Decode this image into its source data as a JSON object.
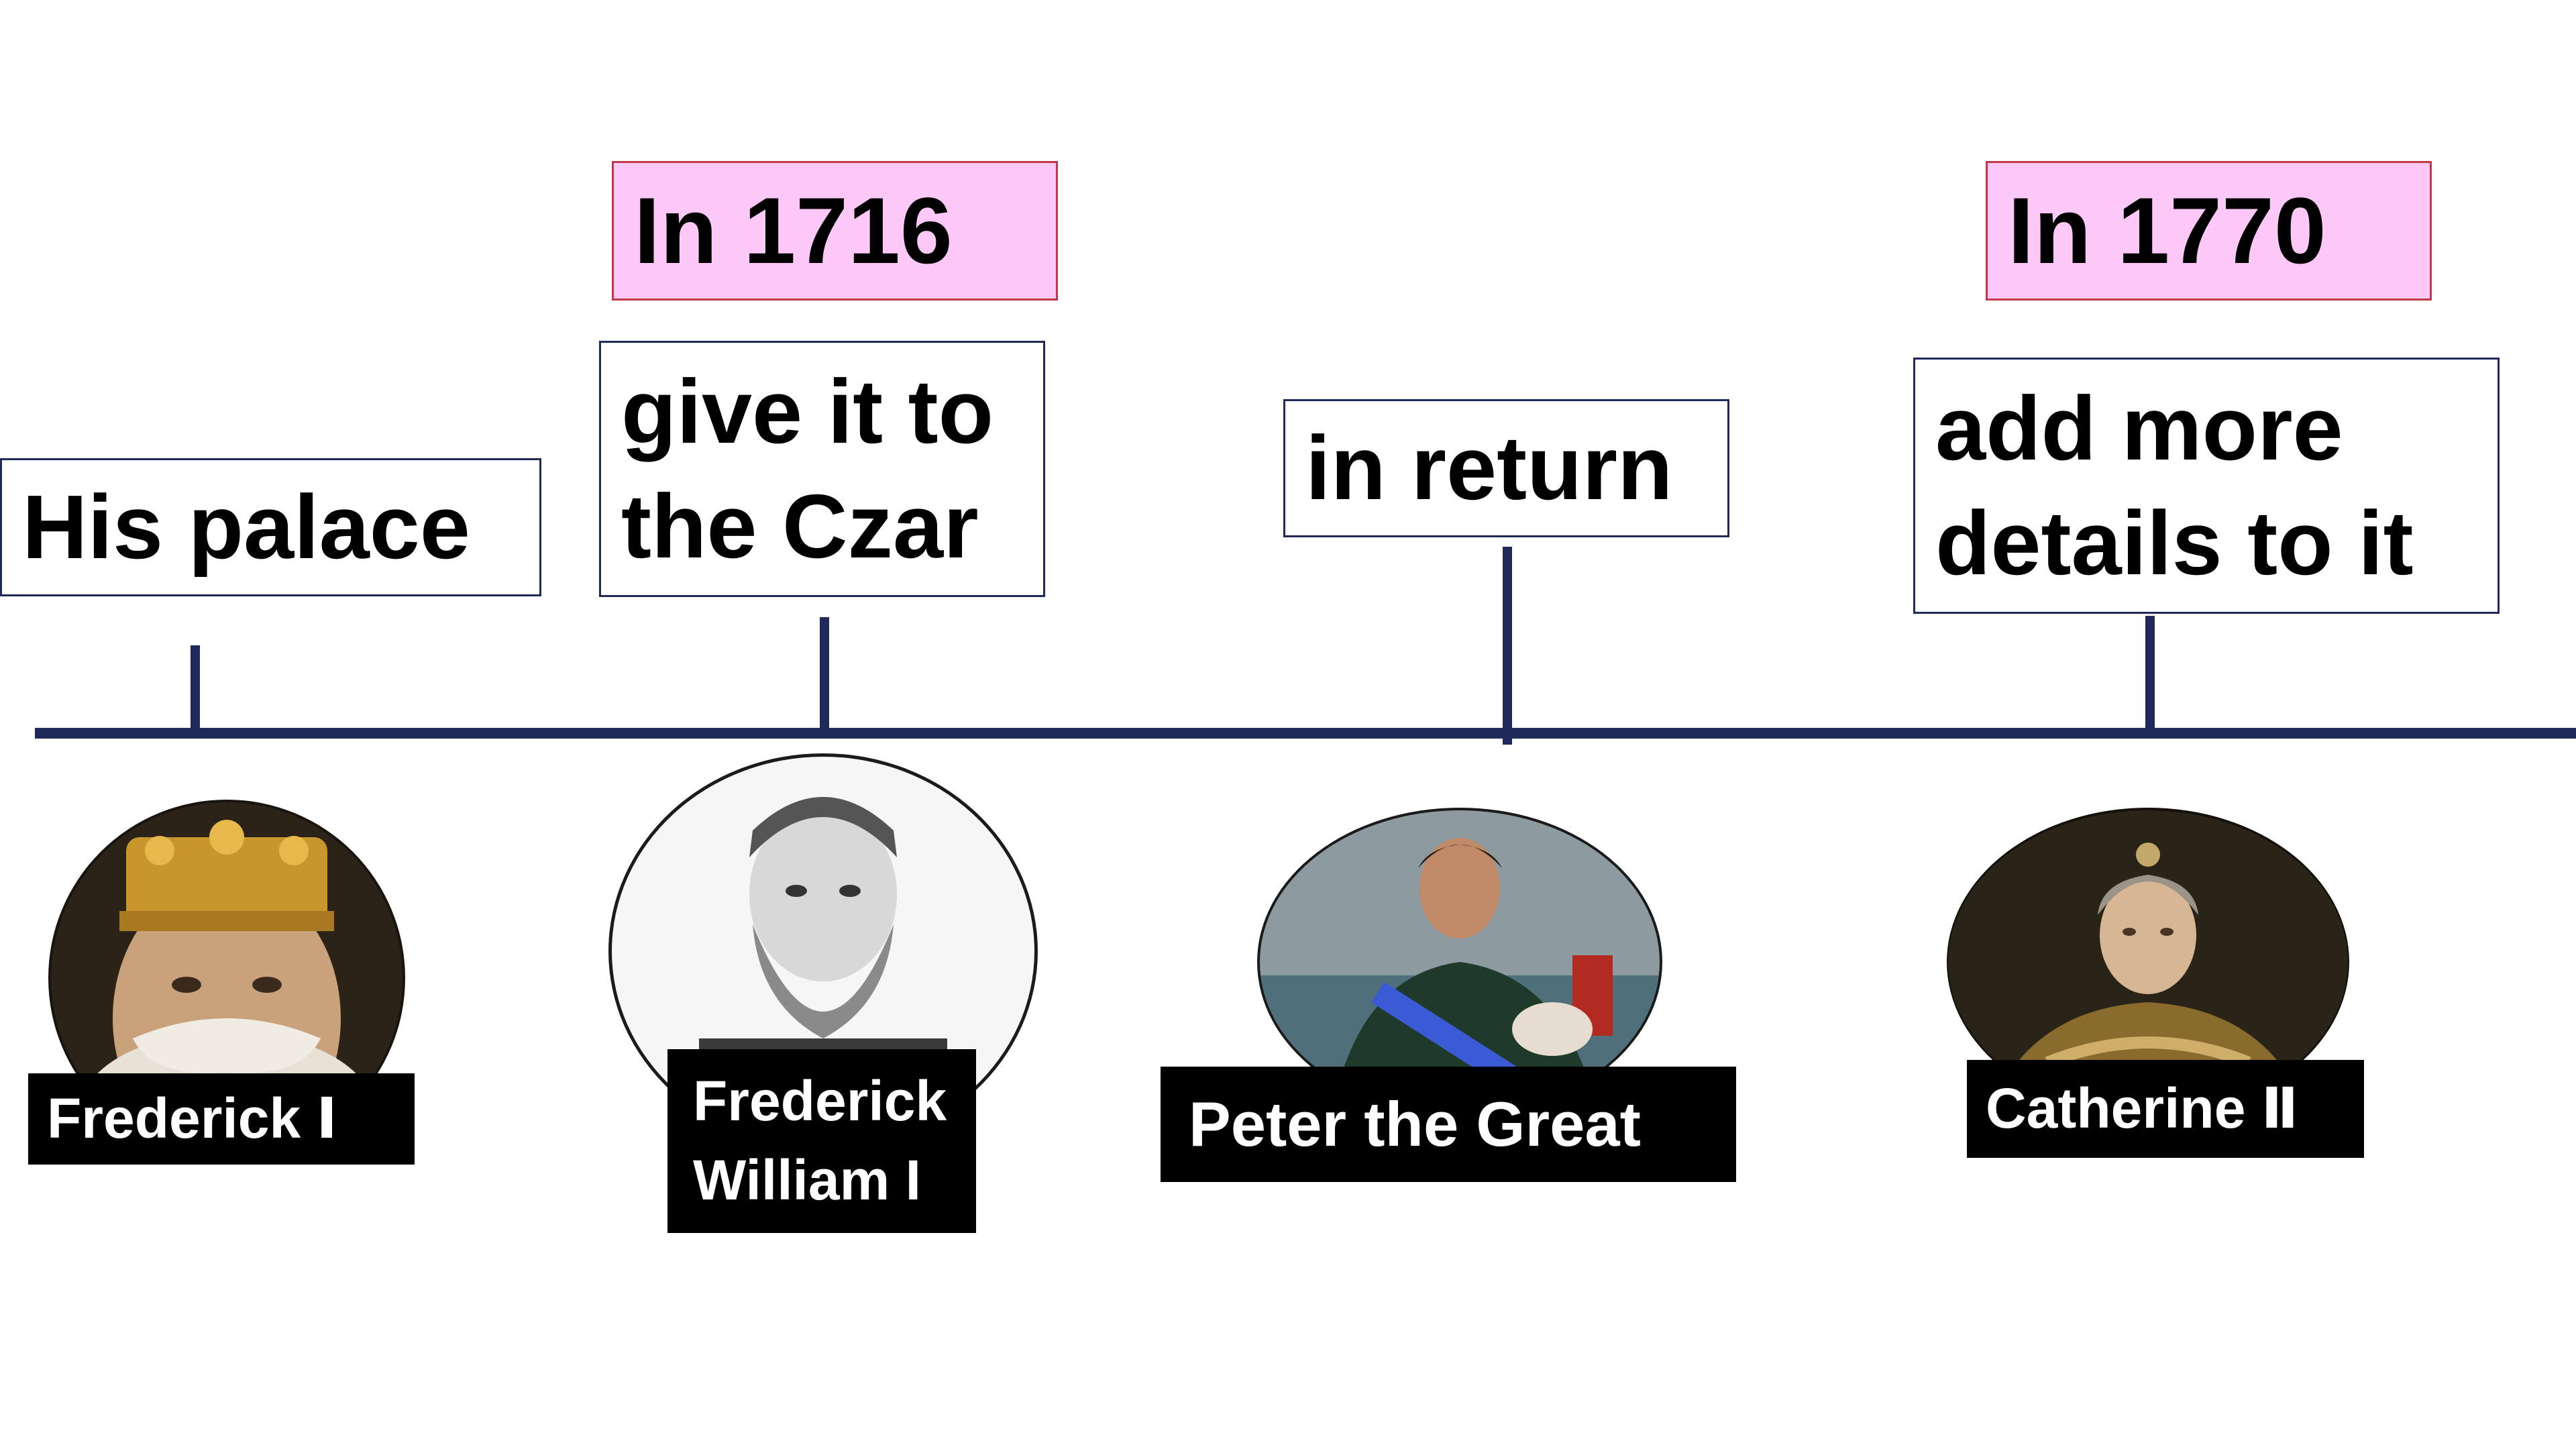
{
  "colors": {
    "axis": "#1f2a5a",
    "date_fill": "#fcc8f8",
    "date_border": "#c0394b",
    "nameplate": "#000000"
  },
  "dates": [
    {
      "text": "In 1716"
    },
    {
      "text": "In 1770"
    }
  ],
  "events": [
    {
      "lines": [
        "His palace"
      ]
    },
    {
      "lines": [
        "give it to",
        "the Czar"
      ]
    },
    {
      "lines": [
        "in return"
      ]
    },
    {
      "lines": [
        "add more",
        "details to it"
      ]
    }
  ],
  "people": [
    {
      "name_lines": [
        "Frederick Ⅰ"
      ],
      "portrait": "crowned-king-portrait"
    },
    {
      "name_lines": [
        "Frederick",
        "William I"
      ],
      "portrait": "bearded-man-engraving"
    },
    {
      "name_lines": [
        "Peter the Great"
      ],
      "portrait": "emperor-painting"
    },
    {
      "name_lines": [
        "Catherine Ⅱ"
      ],
      "portrait": "empress-painting"
    }
  ]
}
